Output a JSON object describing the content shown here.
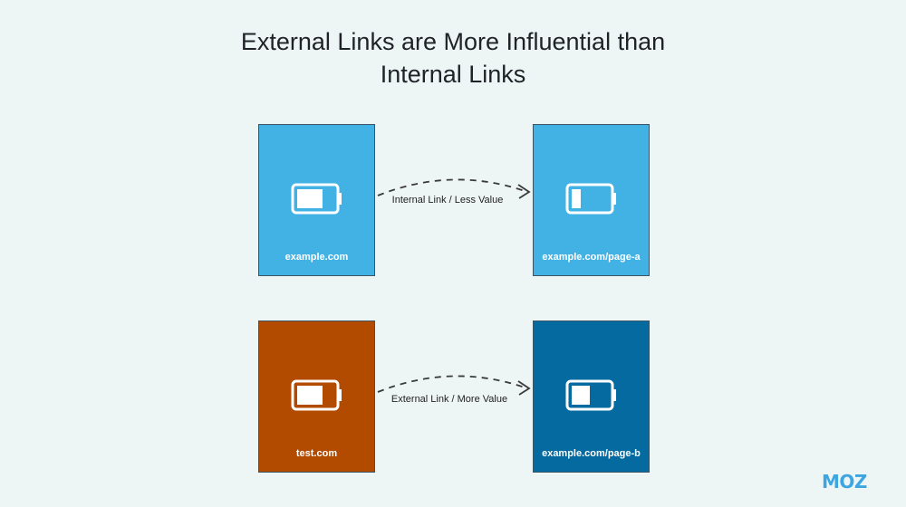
{
  "title_line1": "External Links are More Influential than",
  "title_line2": "Internal Links",
  "pages": [
    {
      "label": "example.com",
      "color": "#42b2e5",
      "battery_level": 0.7
    },
    {
      "label": "example.com/page-a",
      "color": "#42b2e5",
      "battery_level": 0.25
    },
    {
      "label": "test.com",
      "color": "#b24a00",
      "battery_level": 0.7
    },
    {
      "label": "example.com/page-b",
      "color": "#046aa0",
      "battery_level": 0.5
    }
  ],
  "links": [
    {
      "label": "Internal Link / Less Value"
    },
    {
      "label": "External Link / More Value"
    }
  ],
  "logo": "MOZ"
}
